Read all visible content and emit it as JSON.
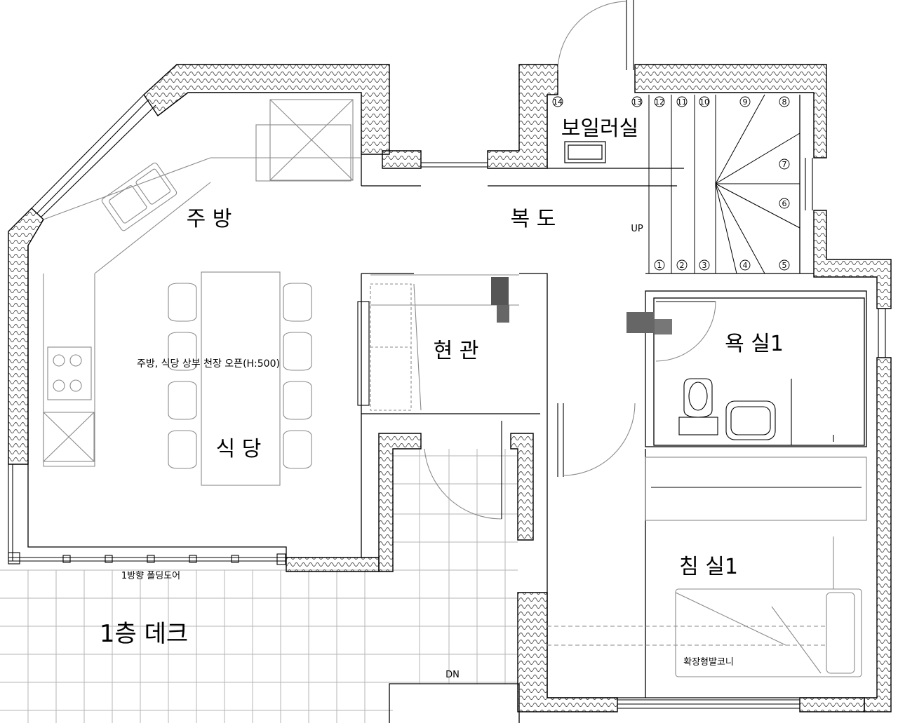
{
  "rooms": {
    "kitchen": "주 방",
    "corridor": "복 도",
    "boiler": "보일러실",
    "entrance": "현 관",
    "bath": "욕 실1",
    "dining": "식 당",
    "bedroom": "침 실1",
    "deck": "1층 데크"
  },
  "notes": {
    "ceiling": "주방, 식당 상부 천장 오픈(H:500)",
    "folding_door": "1방향 폴딩도어",
    "balcony": "확장형발코니",
    "up": "UP",
    "dn": "DN"
  },
  "stair_steps": [
    "1",
    "2",
    "3",
    "4",
    "5",
    "6",
    "7",
    "8",
    "9",
    "10",
    "11",
    "12",
    "13",
    "14"
  ],
  "colors": {
    "line": "#000000",
    "thin": "#8a8a8a",
    "hatch": "#555555",
    "dark": "#666666"
  }
}
